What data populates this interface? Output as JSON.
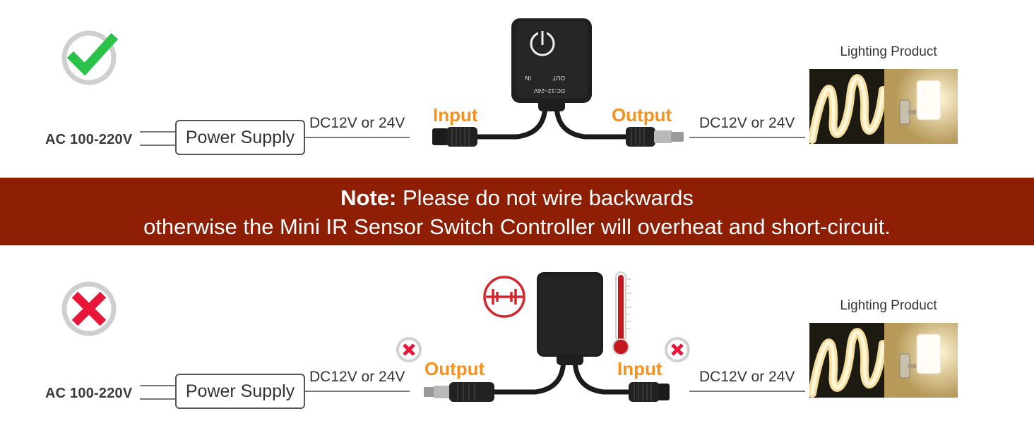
{
  "colors": {
    "accent_orange": "#f7911e",
    "correct_green": "#2bc24a",
    "wrong_red": "#e8173a",
    "band_red": "#8e1f05",
    "text_dark": "#333333"
  },
  "top": {
    "status_icon": "check-mark-icon",
    "ac_label": "AC 100-220V",
    "psu_label": "Power Supply",
    "dc_in_label": "DC12V or 24V",
    "left_port_label": "Input",
    "right_port_label": "Output",
    "dc_out_label": "DC12V or 24V",
    "lighting_title": "Lighting Product",
    "device_printed_text": [
      "DC:12~24V",
      "OUT",
      "IN"
    ]
  },
  "note": {
    "bold": "Note:",
    "line1": "Please do not wire backwards",
    "line2": "otherwise the Mini IR Sensor Switch Controller will overheat and short-circuit."
  },
  "bottom": {
    "status_icon": "cross-mark-icon",
    "ac_label": "AC 100-220V",
    "psu_label": "Power Supply",
    "dc_in_label": "DC12V or 24V",
    "left_port_label": "Output",
    "right_port_label": "Input",
    "dc_out_label": "DC12V or 24V",
    "lighting_title": "Lighting Product",
    "warning_icons": [
      "short-circuit-icon",
      "thermometer-icon",
      "small-cross-icon"
    ]
  }
}
